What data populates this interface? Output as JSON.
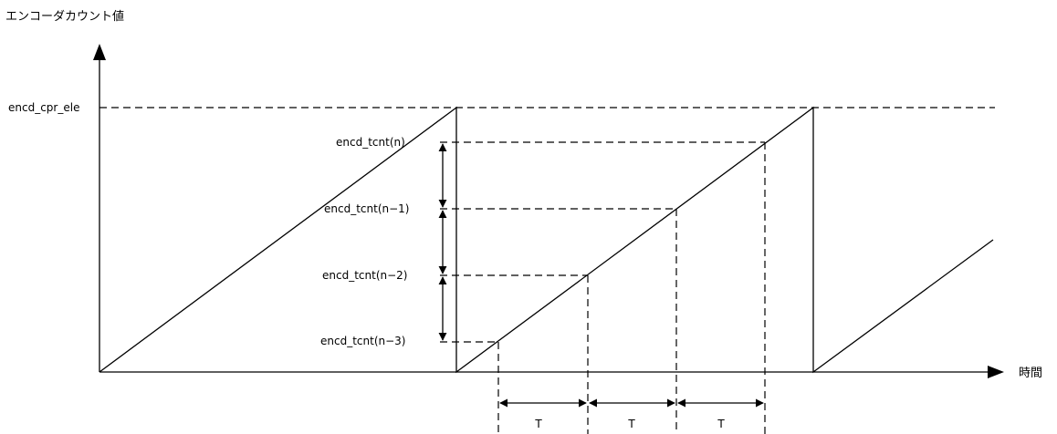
{
  "axes": {
    "y_label": "エンコーダカウント値",
    "x_label": "時間"
  },
  "levels": {
    "max": "encd_cpr_ele",
    "samples": [
      "encd_tcnt(n)",
      "encd_tcnt(n−1)",
      "encd_tcnt(n−2)",
      "encd_tcnt(n−3)"
    ]
  },
  "periods": [
    "T",
    "T",
    "T"
  ]
}
